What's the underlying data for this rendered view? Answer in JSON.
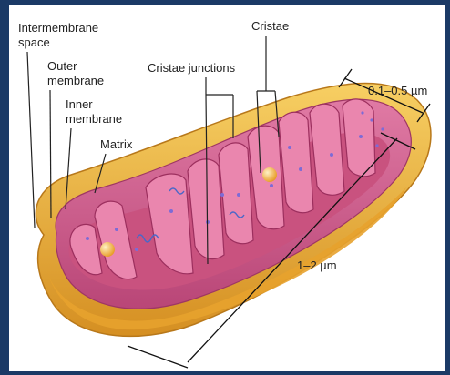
{
  "labels": {
    "intermembrane_space_line1": "Intermembrane",
    "intermembrane_space_line2": "space",
    "outer_membrane_line1": "Outer",
    "outer_membrane_line2": "membrane",
    "inner_membrane_line1": "Inner",
    "inner_membrane_line2": "membrane",
    "matrix": "Matrix",
    "cristae_junctions": "Cristae junctions",
    "cristae": "Cristae",
    "width_dimension": "0.1–0.5 µm",
    "length_dimension": "1–2 µm"
  },
  "colors": {
    "background": "#1b3a66",
    "outer_membrane": "#f1b23b",
    "outer_membrane_dark": "#d58f22",
    "matrix": "#d35d8d",
    "cristae": "#e983ad",
    "granule": "#f3b63b"
  }
}
